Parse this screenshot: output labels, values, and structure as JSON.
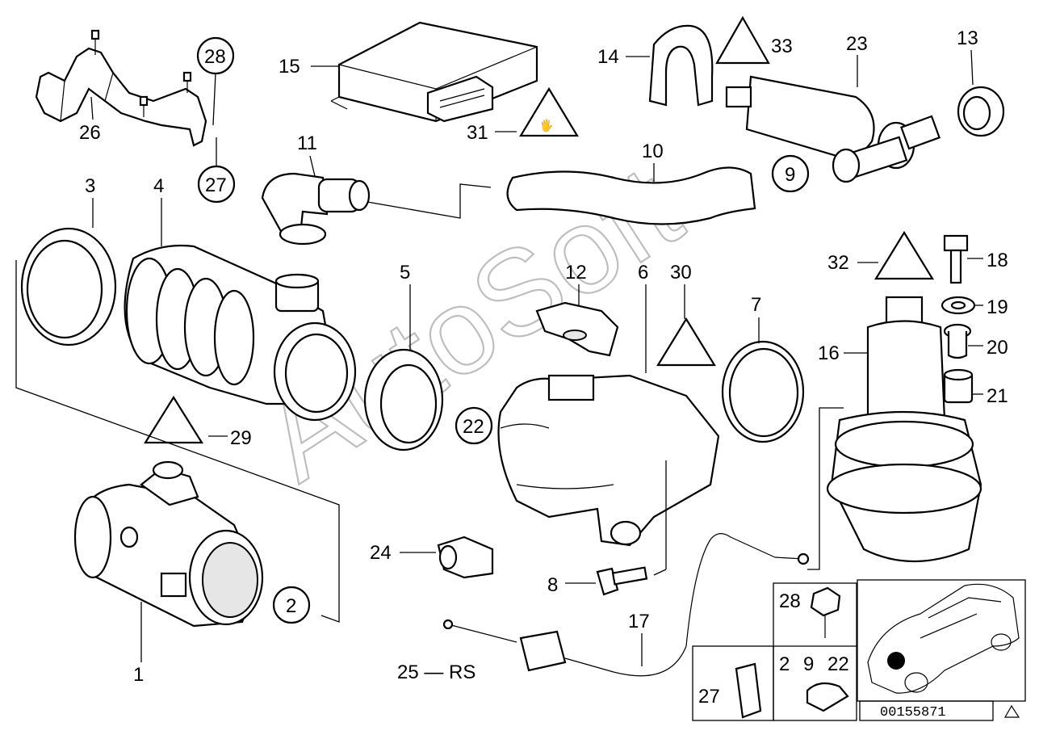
{
  "labels": {
    "p1": "1",
    "p2": "2",
    "p3": "3",
    "p4": "4",
    "p5": "5",
    "p6": "6",
    "p7": "7",
    "p8": "8",
    "p9": "9",
    "p10": "10",
    "p11": "11",
    "p12": "12",
    "p13": "13",
    "p14": "14",
    "p15": "15",
    "p16": "16",
    "p17": "17",
    "p18": "18",
    "p19": "19",
    "p20": "20",
    "p21": "21",
    "p22": "22",
    "p23": "23",
    "p24": "24",
    "p26": "26",
    "p27": "27",
    "p28": "28",
    "p29": "29",
    "p30": "30",
    "p31": "31",
    "p32": "32",
    "p33": "33",
    "p25_rs": "25 — RS"
  },
  "inset": {
    "label_28": "28",
    "label_2": "2",
    "label_9": "9",
    "label_22": "22",
    "label_27": "27",
    "drawing_number": "00155871"
  },
  "watermark": "AutoSoft",
  "colors": {
    "ink": "#000000",
    "paper": "#ffffff",
    "watermark": "#8a8a8a"
  },
  "icons": [
    "warning-triangle-icon",
    "corner-triangle-icon"
  ]
}
